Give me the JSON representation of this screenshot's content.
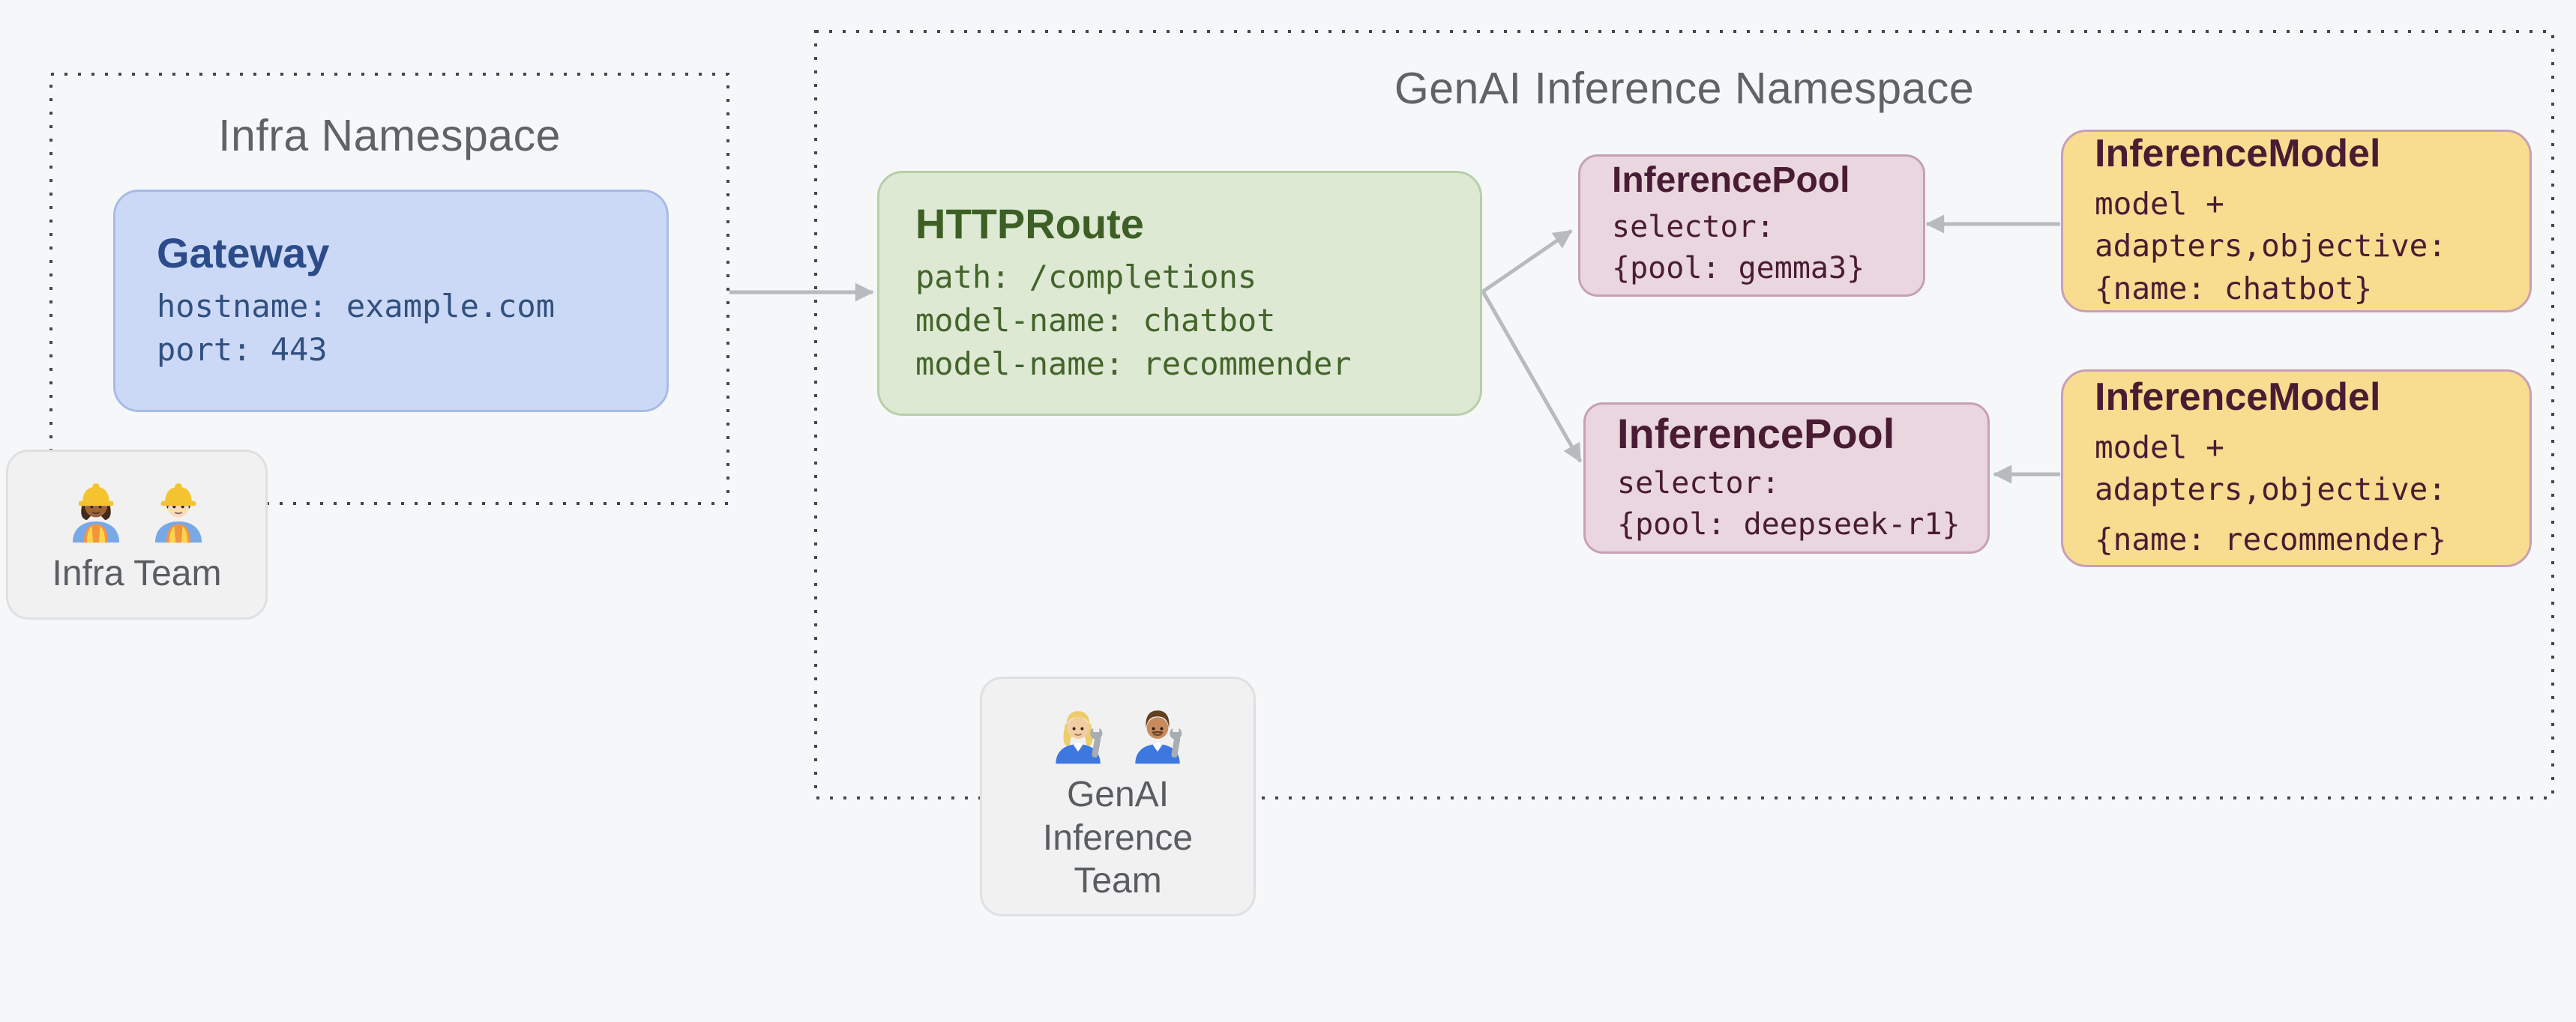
{
  "canvas": {
    "background": "#f6f7f9"
  },
  "colors": {
    "namespace_border": "#43464a",
    "namespace_title": "#5f6368",
    "arrow": "#b7babf",
    "gateway_fill": "#cbd9f6",
    "gateway_border": "#a7bbe8",
    "gateway_text": "#2c4c89",
    "httproute_fill": "#dde9d3",
    "httproute_border": "#b7cfa9",
    "httproute_text": "#3d5f26",
    "pool_fill": "#e9d6de",
    "pool_border": "#c7a0b6",
    "pool_text": "#4a1c33",
    "model_fill": "#f8dc90",
    "model_border": "#c7a0b6",
    "model_text": "#4a1c33",
    "team_fill": "#f1f1f2",
    "team_border": "#dfe0e1",
    "team_text": "#595d61"
  },
  "infra_namespace": {
    "title": "Infra Namespace",
    "gateway": {
      "title": "Gateway",
      "lines": [
        "hostname: example.com",
        "port: 443"
      ]
    },
    "team": {
      "label": "Infra Team",
      "icons": [
        {
          "name": "woman-construction-worker-icon",
          "emoji": "👷🏾‍♀️"
        },
        {
          "name": "man-construction-worker-icon",
          "emoji": "👷🏻‍♂️"
        }
      ]
    }
  },
  "genai_namespace": {
    "title": "GenAI Inference Namespace",
    "httproute": {
      "title": "HTTPRoute",
      "lines": [
        "path: /completions",
        "model-name: chatbot",
        "model-name: recommender"
      ]
    },
    "inference_pools": [
      {
        "title": "InferencePool",
        "lines": [
          "selector:",
          "{pool: gemma3}"
        ]
      },
      {
        "title": "InferencePool",
        "lines": [
          "selector:",
          "{pool: deepseek-r1}"
        ]
      }
    ],
    "inference_models": [
      {
        "title": "InferenceModel",
        "lines": [
          "model +",
          "adapters,objective:",
          "{name: chatbot}"
        ]
      },
      {
        "title": "InferenceModel",
        "lines": [
          "model +",
          "adapters,objective:",
          "{name: recommender}"
        ]
      }
    ],
    "team": {
      "label": "GenAI Inference Team",
      "icons": [
        {
          "name": "woman-mechanic-icon",
          "emoji": "👩🏼‍🔧"
        },
        {
          "name": "man-mechanic-icon",
          "emoji": "👨🏽‍🔧"
        }
      ]
    }
  }
}
